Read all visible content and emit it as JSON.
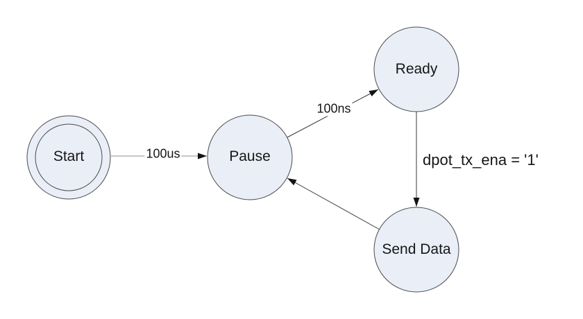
{
  "diagram": {
    "type": "state-machine",
    "colors": {
      "background": "#ffffff",
      "node_fill": "#e9eef7",
      "node_stroke": "#4a4a4a",
      "edge": "#383838",
      "edge_gray": "#8c8c8c",
      "arrow_head": "#141414",
      "text": "#161616"
    },
    "states": [
      {
        "id": "start",
        "label": "Start",
        "shape": "double-circle",
        "role": "initial"
      },
      {
        "id": "pause",
        "label": "Pause",
        "shape": "circle"
      },
      {
        "id": "ready",
        "label": "Ready",
        "shape": "circle"
      },
      {
        "id": "send_data",
        "label": "Send Data",
        "shape": "circle"
      }
    ],
    "transitions": [
      {
        "from": "start",
        "to": "pause",
        "label": "100us"
      },
      {
        "from": "pause",
        "to": "ready",
        "label": "100ns"
      },
      {
        "from": "ready",
        "to": "send_data",
        "label": "dpot_tx_ena = '1'"
      },
      {
        "from": "send_data",
        "to": "pause",
        "label": ""
      }
    ]
  }
}
